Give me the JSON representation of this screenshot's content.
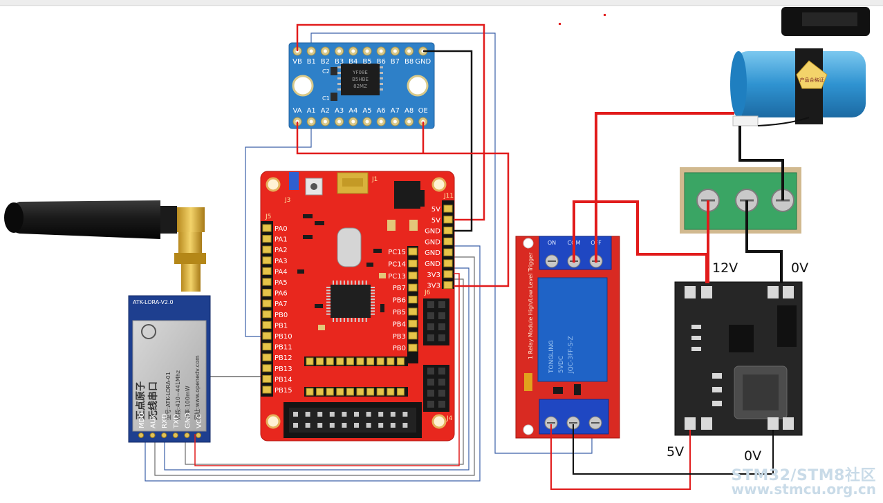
{
  "voltage_labels": {
    "v12": "12V",
    "v0_top": "0V",
    "v5": "5V",
    "v0_bottom": "0V"
  },
  "level_shifter": {
    "top_pins": [
      "VB",
      "B1",
      "B2",
      "B3",
      "B4",
      "B5",
      "B6",
      "B7",
      "B8",
      "GND"
    ],
    "bottom_pins": [
      "VA",
      "A1",
      "A2",
      "A3",
      "A4",
      "A5",
      "A6",
      "A7",
      "A8",
      "OE"
    ],
    "chip_text": [
      "YF08E",
      "B5HBE",
      "82MZ"
    ],
    "cap_labels": [
      "C2",
      "C1"
    ]
  },
  "mcu_board": {
    "left_pins": [
      "PA0",
      "PA1",
      "PA2",
      "PA3",
      "PA4",
      "PA5",
      "PA6",
      "PA7",
      "PB0",
      "PB1",
      "PB10",
      "PB11",
      "PB12",
      "PB13",
      "PB14",
      "PB15"
    ],
    "right_pins": [
      "5V",
      "5V",
      "GND",
      "GND",
      "GND",
      "GND",
      "3V3",
      "3V3"
    ],
    "right_inner_pins": [
      "PC15",
      "PC14",
      "PC13",
      "PB7",
      "PB6",
      "PB5",
      "PB4",
      "PB3",
      "PB0"
    ],
    "connector_labels": [
      "J5",
      "J1",
      "J3",
      "J11",
      "J4",
      "J6"
    ]
  },
  "lora_module": {
    "title": "ATK-LORA-V2.0",
    "brand": "正点原子",
    "subtitle": "无线串口",
    "lines": [
      "型号:ATK-LORA-01",
      "频段:410~441Mhz",
      "功率:100mW",
      "网址:www.openedv.com"
    ],
    "pins": [
      "MD0",
      "AUX",
      "RXD",
      "TXD",
      "GND",
      "VCC"
    ]
  },
  "relay_module": {
    "terminals_top": [
      "ON",
      "COM",
      "OFF"
    ],
    "side_text": "1 Relay Module High/Low Level Trigger",
    "relay_brand": "TONGLING",
    "relay_lines": [
      "5VDC",
      "JQC-3FF-S-Z"
    ]
  },
  "pump": {
    "tag_text": "产品合格证"
  },
  "watermark": {
    "line1": "STM32/STM8社区",
    "line2": "www.stmcu.org.cn"
  },
  "colors": {
    "wire_red": "#e11b1b",
    "wire_black": "#111111",
    "wire_blue": "#3a5fa8",
    "mcu_board": "#e8271e",
    "level_shifter": "#2e80c8",
    "relay_board": "#d92a22",
    "terminal_block": "#3aa564",
    "buck_board": "#262626",
    "pump": "#3aa0d8"
  }
}
